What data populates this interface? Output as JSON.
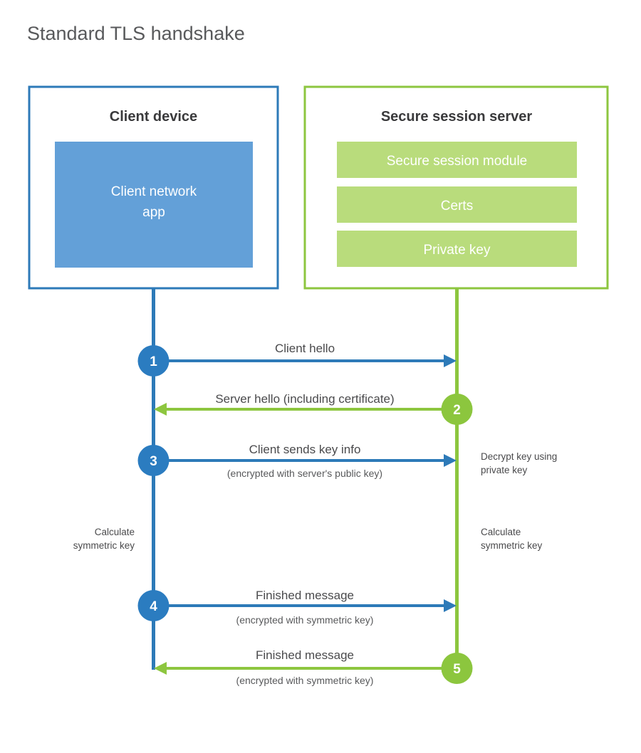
{
  "page": {
    "title": "Standard TLS handshake",
    "background": "#ffffff"
  },
  "colors": {
    "blue_stroke": "#2d7ab8",
    "blue_fill": "#63a0d8",
    "blue_circle": "#2b7cc0",
    "green_stroke": "#8dc63f",
    "green_fill": "#b9dc7c",
    "green_circle": "#8cc63e",
    "text_dark": "#3a3a3c",
    "text_body": "#4a4a4c",
    "title_gray": "#58595b"
  },
  "client": {
    "title": "Client device",
    "app_label_line1": "Client network",
    "app_label_line2": "app"
  },
  "server": {
    "title": "Secure session server",
    "modules": [
      "Secure session module",
      "Certs",
      "Private key"
    ]
  },
  "steps": [
    {
      "number": "1",
      "label": "Client hello",
      "sublabel": "",
      "direction": "client-to-server",
      "side": "client"
    },
    {
      "number": "2",
      "label": "Server hello (including certificate)",
      "sublabel": "",
      "direction": "server-to-client",
      "side": "server"
    },
    {
      "number": "3",
      "label": "Client sends key info",
      "sublabel": "(encrypted with server's public key)",
      "direction": "client-to-server",
      "side": "client"
    },
    {
      "number": "4",
      "label": "Finished message",
      "sublabel": "(encrypted with symmetric key)",
      "direction": "client-to-server",
      "side": "client"
    },
    {
      "number": "5",
      "label": "Finished message",
      "sublabel": "(encrypted with symmetric key)",
      "direction": "server-to-client",
      "side": "server"
    }
  ],
  "annotations": {
    "decrypt_line1": "Decrypt key using",
    "decrypt_line2": "private key",
    "client_calc_line1": "Calculate",
    "client_calc_line2": "symmetric key",
    "server_calc_line1": "Calculate",
    "server_calc_line2": "symmetric key"
  }
}
